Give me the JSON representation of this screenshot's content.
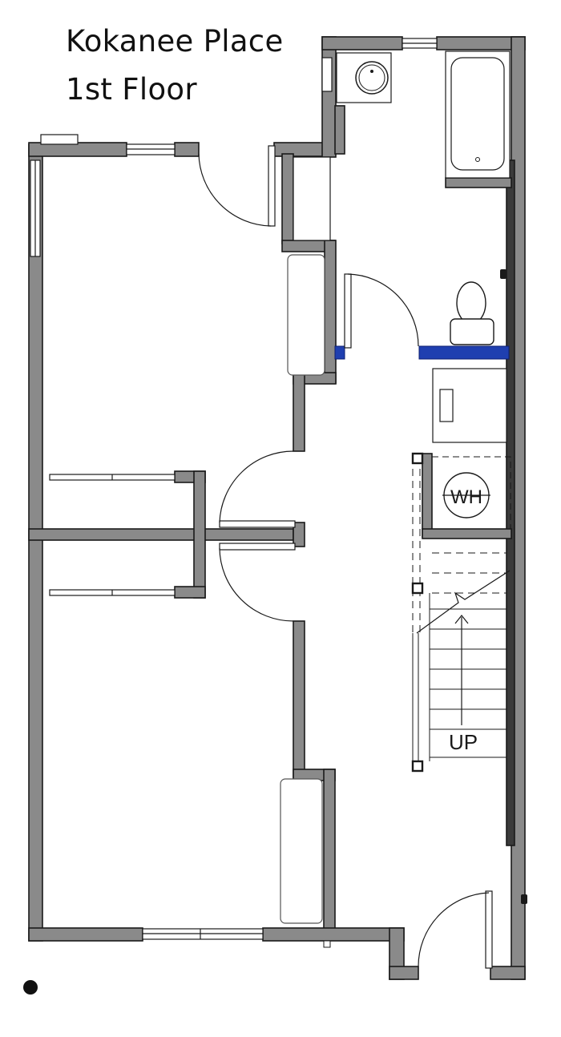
{
  "title": {
    "name": "Kokanee Place",
    "floor": "1st Floor"
  },
  "labels": {
    "water_heater": "WH",
    "stairs": "UP"
  },
  "colors": {
    "wall_fill": "#8a8a8a",
    "wall_stroke": "#1a1a1a",
    "accent_blue": "#1f3fb0",
    "background": "#ffffff"
  },
  "icons": [
    "sink-icon",
    "bathtub-icon",
    "toilet-icon",
    "water-heater-icon",
    "stairs-arrow-icon",
    "marker-dot-icon"
  ]
}
